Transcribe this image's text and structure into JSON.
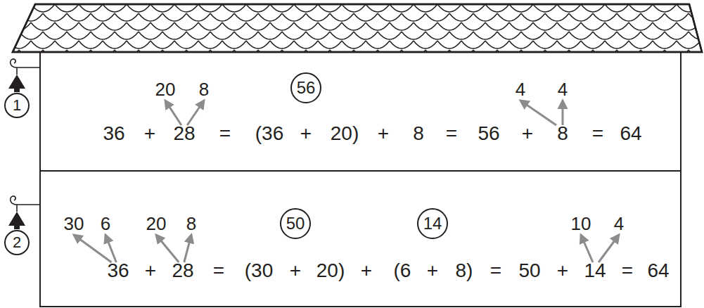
{
  "diagram": {
    "nodes": [
      {
        "text": [
          "1"
        ]
      },
      {
        "text": [
          "56"
        ]
      },
      {
        "text": [
          "2"
        ]
      },
      {
        "text": [
          "50"
        ]
      },
      {
        "text": [
          "14"
        ]
      }
    ],
    "labels": [
      "20",
      "8",
      "4",
      "4",
      "36",
      "+",
      "28",
      "=",
      "(36",
      "+",
      "20)",
      "+",
      "8",
      "=",
      "56",
      "+",
      "8",
      "=",
      "64",
      "30",
      "6",
      "20",
      "8",
      "10",
      "4",
      "36",
      "+",
      "28",
      "=",
      "(30",
      "+",
      "20)",
      "+",
      "(6",
      "+",
      "8)",
      "=",
      "50",
      "+",
      "14",
      "=",
      "64"
    ]
  }
}
